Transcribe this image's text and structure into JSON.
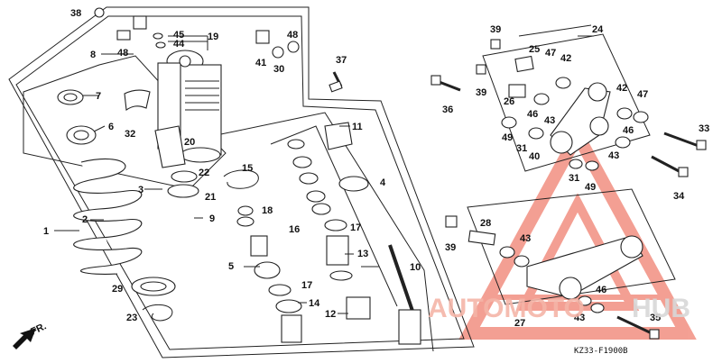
{
  "labels": {
    "p1": "1",
    "p2": "2",
    "p3": "3",
    "p4": "4",
    "p5": "5",
    "p6": "6",
    "p7": "7",
    "p8": "8",
    "p9": "9",
    "p10": "10",
    "p11": "11",
    "p12": "12",
    "p13": "13",
    "p14": "14",
    "p15": "15",
    "p16": "16",
    "p17a": "17",
    "p17b": "17",
    "p18": "18",
    "p19": "19",
    "p20": "20",
    "p21": "21",
    "p22": "22",
    "p23": "23",
    "p24": "24",
    "p25": "25",
    "p26": "26",
    "p27": "27",
    "p28": "28",
    "p29": "29",
    "p30": "30",
    "p31a": "31",
    "p31b": "31",
    "p32": "32",
    "p33": "33",
    "p34": "34",
    "p35": "35",
    "p36": "36",
    "p37": "37",
    "p38": "38",
    "p39a": "39",
    "p39b": "39",
    "p39c": "39",
    "p40": "40",
    "p41": "41",
    "p42a": "42",
    "p42b": "42",
    "p43a": "43",
    "p43b": "43",
    "p43c": "43",
    "p43d": "43",
    "p44": "44",
    "p45": "45",
    "p46a": "46",
    "p46b": "46",
    "p46c": "46",
    "p47a": "47",
    "p47b": "47",
    "p48a": "48",
    "p48b": "48",
    "p49a": "49",
    "p49b": "49"
  },
  "front_marker": "FR.",
  "diagram_code": "KZ33-F1900B",
  "watermark": {
    "left": "AUTOMOTO",
    "right": "HUB",
    "color_left": "#f5b5a8",
    "color_right": "#e8e8e8",
    "triangle_color": "#f08070"
  }
}
